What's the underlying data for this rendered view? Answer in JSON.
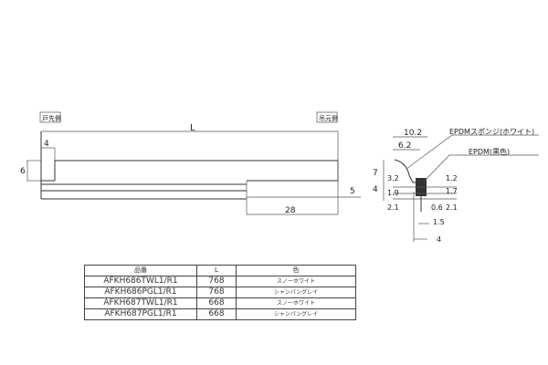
{
  "side_view": {
    "left_label": "戸先側",
    "right_label": "吊元側",
    "dims": {
      "length": "L",
      "left_offset": "4",
      "left_height": "6",
      "right_height": "5",
      "right_step": "28"
    }
  },
  "section_view": {
    "material_sponge": "EPDMスポンジ(ホワイト)",
    "material_solid": "EPDM(黒色)",
    "dims": {
      "w_top": "10.2",
      "w_inner": "6.2",
      "h_total": "7",
      "h_a": "3.2",
      "h_b": "1.9",
      "h_c": "2.1",
      "h_left": "4",
      "r_a": "1.2",
      "r_b": "1.7",
      "r_c": "2.1",
      "b_a": "0.6",
      "b_b": "1.5",
      "b_c": "4"
    }
  },
  "table": {
    "headers": [
      "品番",
      "L",
      "色"
    ],
    "rows": [
      [
        "AFKH686TWL1/R1",
        "768",
        "スノーホワイト"
      ],
      [
        "AFKH686PGL1/R1",
        "768",
        "シャンパングレイ"
      ],
      [
        "AFKH687TWL1/R1",
        "668",
        "スノーホワイト"
      ],
      [
        "AFKH687PGL1/R1",
        "668",
        "シャンパングレイ"
      ]
    ]
  }
}
